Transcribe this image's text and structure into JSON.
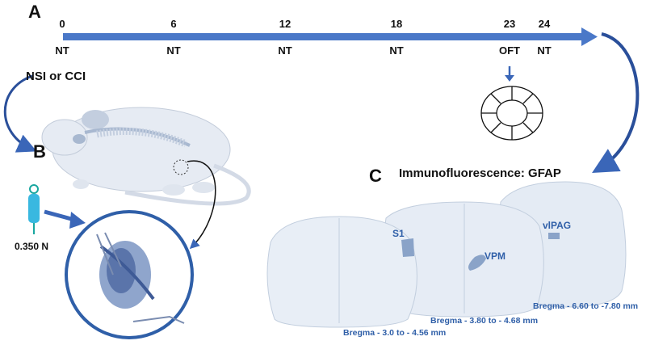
{
  "panels": {
    "a": "A",
    "b": "B",
    "c": "C"
  },
  "timeline": {
    "days": [
      "0",
      "6",
      "12",
      "18",
      "23",
      "24"
    ],
    "tests": [
      "NT",
      "NT",
      "NT",
      "NT",
      "OFT",
      "NT"
    ]
  },
  "injury_label": "NSI or CCI",
  "force_label": "0.350 N",
  "staining_title": "Immunofluorescence: GFAP",
  "regions": {
    "s1": "S1",
    "vpm": "VPM",
    "vlpag": "vlPAG"
  },
  "bregma": {
    "s1": "Bregma  - 3.0 to - 4.56 mm",
    "vpm": "Bregma  - 3.80 to - 4.68 mm",
    "vlpag": "Bregma  - 6.60 to -7.80 mm"
  },
  "colors": {
    "arrow": "#4a78c8",
    "arrow_dark": "#3a66b8",
    "tissue": "#dfe7f2",
    "region_fill": "#8aa3c8"
  },
  "icons": [
    "open-field-arena-icon",
    "rat-icon",
    "von-frey-filament-icon",
    "surgery-closeup-icon",
    "brain-section-icon"
  ]
}
